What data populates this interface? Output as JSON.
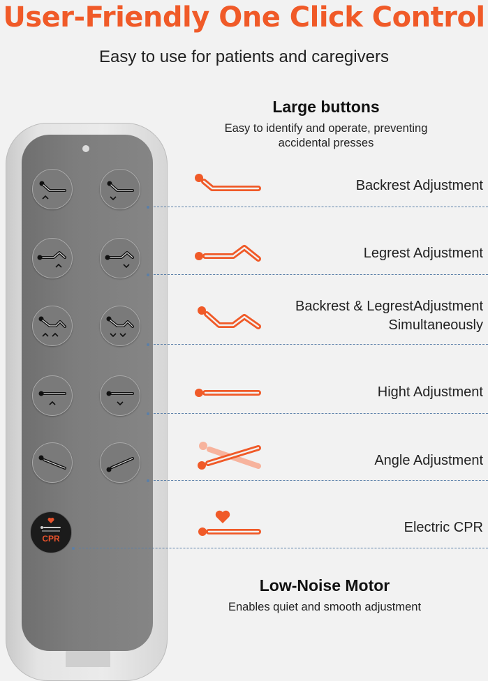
{
  "header": {
    "title": "User-Friendly One Click Control",
    "subtitle": "Easy to use for patients and caregivers"
  },
  "large_buttons": {
    "title": "Large buttons",
    "description_line1": "Easy to identify and operate, preventing",
    "description_line2": "accidental presses"
  },
  "features": [
    {
      "label": "Backrest Adjustment",
      "icon": "backrest-icon"
    },
    {
      "label": "Legrest Adjustment",
      "icon": "legrest-icon"
    },
    {
      "label_line1": "Backrest & LegrestAdjustment",
      "label_line2": "Simultaneously",
      "icon": "backrest-legrest-icon"
    },
    {
      "label": "Hight Adjustment",
      "icon": "height-icon"
    },
    {
      "label": "Angle Adjustment",
      "icon": "angle-icon"
    },
    {
      "label": "Electric CPR",
      "icon": "cpr-heart-icon"
    }
  ],
  "remote": {
    "cpr_button_label": "CPR"
  },
  "motor": {
    "title": "Low-Noise Motor",
    "description": "Enables quiet and smooth adjustment"
  },
  "colors": {
    "accent": "#f05a28",
    "panel": "#7a7a7a",
    "line": "#5a7fa8"
  }
}
